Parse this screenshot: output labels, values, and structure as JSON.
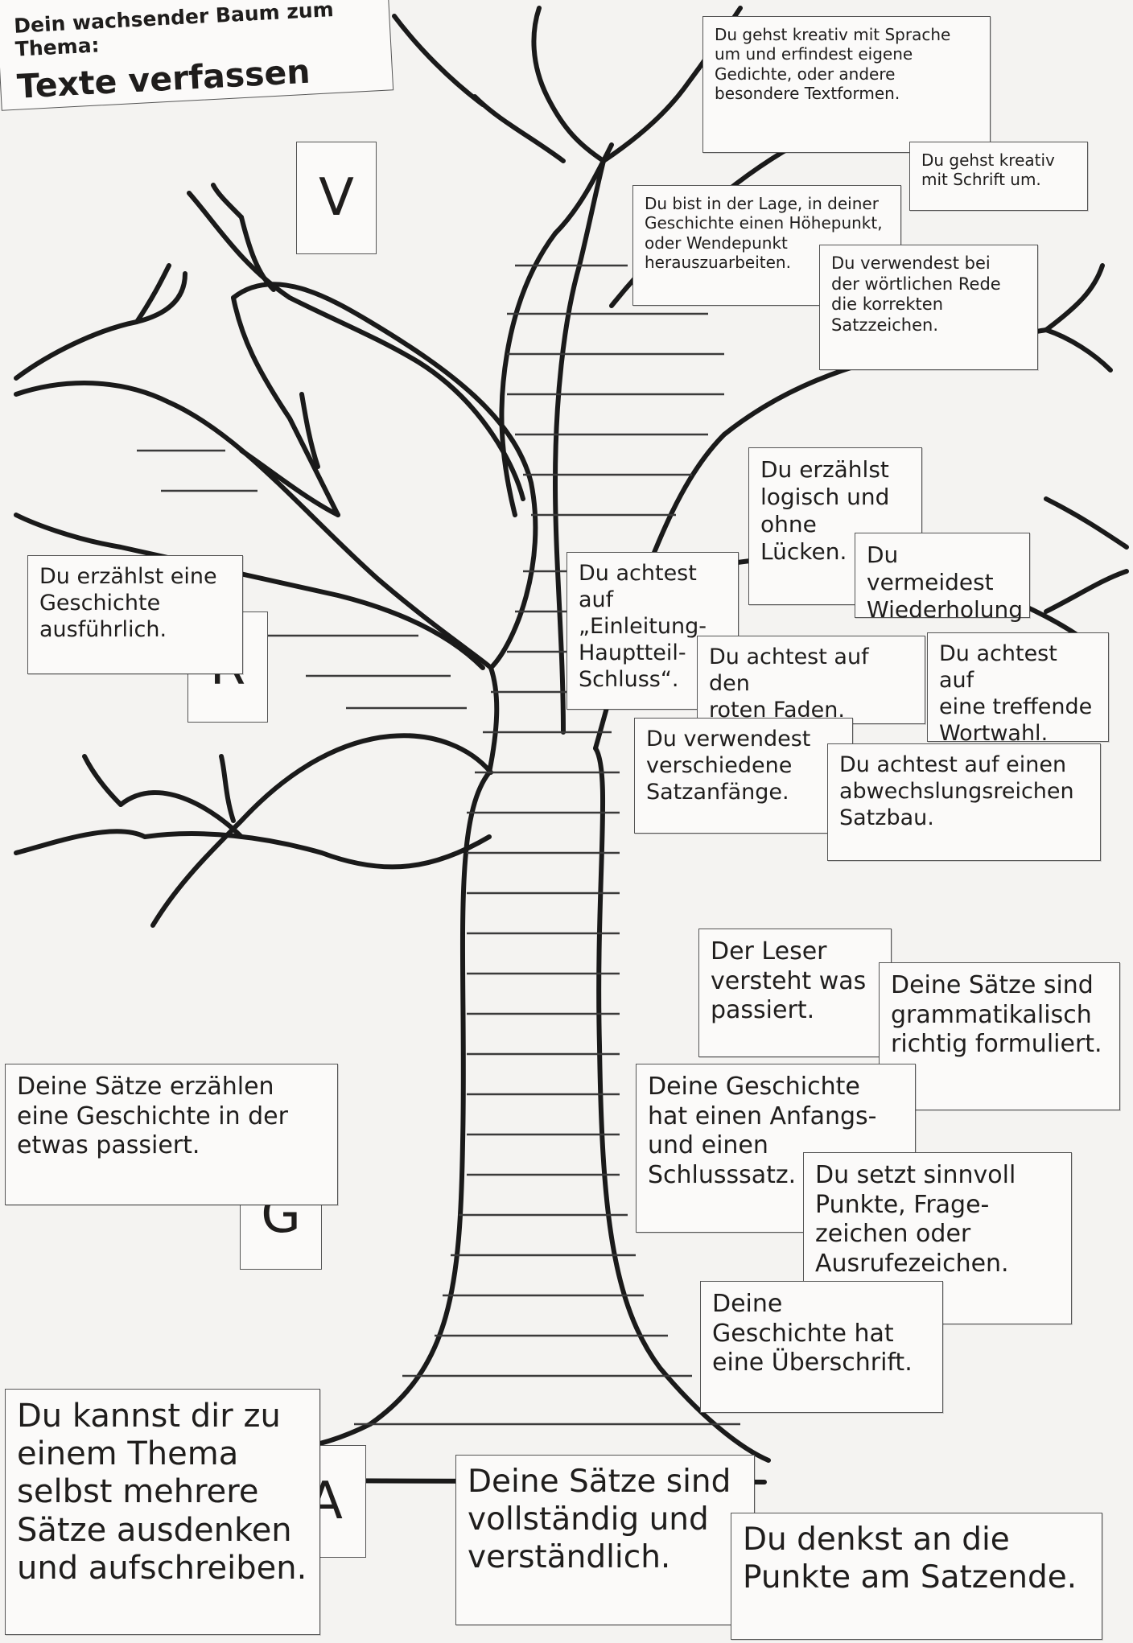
{
  "title": {
    "subtitle": "Dein wachsender Baum zum Thema:",
    "main": "Texte verfassen"
  },
  "levels": {
    "V": "V",
    "R": "R",
    "G": "G",
    "A": "A"
  },
  "cards": {
    "sprache": "Du gehst kreativ mit Sprache\num und erfindest eigene\nGedichte, oder andere\nbesondere Textformen.",
    "schrift": "Du gehst kreativ\nmit Schrift um.",
    "hoehepunkt": "Du bist in der Lage, in deiner\nGeschichte einen Höhepunkt,\noder Wendepunkt\nherauszuarbeiten.",
    "woertliche_rede": "Du verwendest bei\nder wörtlichen Rede\ndie korrekten\nSatzzeichen.",
    "logisch": "Du erzählst\nlogisch und\nohne\nLücken.",
    "wiederholung": "Du vermeidest\nWiederholung",
    "ausfuehrlich": "Du erzählst eine\nGeschichte\nausführlich.",
    "einleitung": "Du achtest auf\n„Einleitung-\nHauptteil-\nSchluss“.",
    "roter_faden": "Du achtest auf den\nroten Faden.",
    "wortwahl": "Du achtest auf\neine treffende\nWortwahl.",
    "satzanfaenge": "Du verwendest\nverschiedene\nSatzanfänge.",
    "satzbau": "Du achtest auf einen\nabwechslungsreichen\nSatzbau.",
    "leser": "Der Leser\nversteht was\npassiert.",
    "grammatik": "Deine Sätze sind\ngrammatikalisch\nrichtig formuliert.",
    "erzaehlen": "Deine Sätze erzählen\neine Geschichte in der\netwas passiert.",
    "anfangssatz": "Deine Geschichte\nhat einen Anfangs-\nund einen\nSchlusssatz.",
    "punkte": "Du setzt sinnvoll\nPunkte, Frage-\nzeichen oder\nAusrufezeichen.",
    "ueberschrift": "Deine\nGeschichte hat\neine Überschrift.",
    "thema": "Du kannst dir zu\neinem Thema\nselbst mehrere\nSätze ausdenken\nund aufschreiben.",
    "vollstaendig": "Deine Sätze sind\nvollständig und\nverständlich.",
    "satzende": "Du denkst an die\nPunkte am Satzende."
  }
}
